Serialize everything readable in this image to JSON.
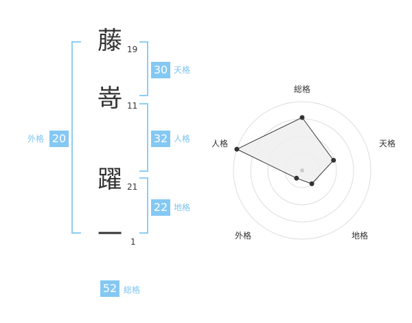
{
  "name": {
    "characters": [
      {
        "char": "藤",
        "strokes": "19"
      },
      {
        "char": "嵜",
        "strokes": "11"
      },
      {
        "char": "躍",
        "strokes": "21"
      },
      {
        "char": "一",
        "strokes": "1"
      }
    ]
  },
  "kakusu": {
    "tenkaku": {
      "value": "30",
      "label": "天格"
    },
    "jinkaku": {
      "value": "32",
      "label": "人格"
    },
    "chikaku": {
      "value": "22",
      "label": "地格"
    },
    "gaikaku": {
      "value": "20",
      "label": "外格"
    },
    "soukaku": {
      "value": "52",
      "label": "総格"
    }
  },
  "radar": {
    "axes": [
      "総格",
      "天格",
      "地格",
      "外格",
      "人格"
    ],
    "values": [
      0.77,
      0.48,
      0.24,
      0.14,
      1.0
    ],
    "colors": {
      "grid": "#dddddd",
      "fill": "#eeeeee",
      "line": "#333333",
      "point": "#333333",
      "center": "#cccccc"
    }
  }
}
